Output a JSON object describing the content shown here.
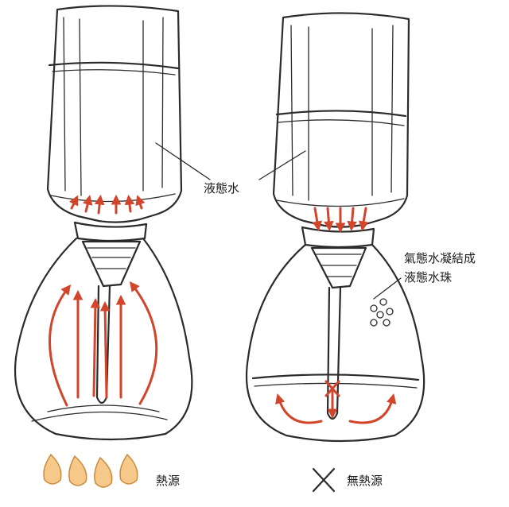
{
  "labels": {
    "liquid_water": "液態水",
    "condensation_line1": "氣態水凝結成",
    "condensation_line2": "液態水珠",
    "heat": "熱源",
    "no_heat": "無熱源"
  },
  "icons": {
    "flame": "flame-icon",
    "cross": "cross-icon",
    "droplets": "water-droplet-icon"
  },
  "colors": {
    "arrow": "#d2452b",
    "flame_fill": "#f6c98a",
    "flame_stroke": "#c98a3b",
    "ink": "#2b2b2b",
    "glass_tint": "#eef3f7"
  }
}
